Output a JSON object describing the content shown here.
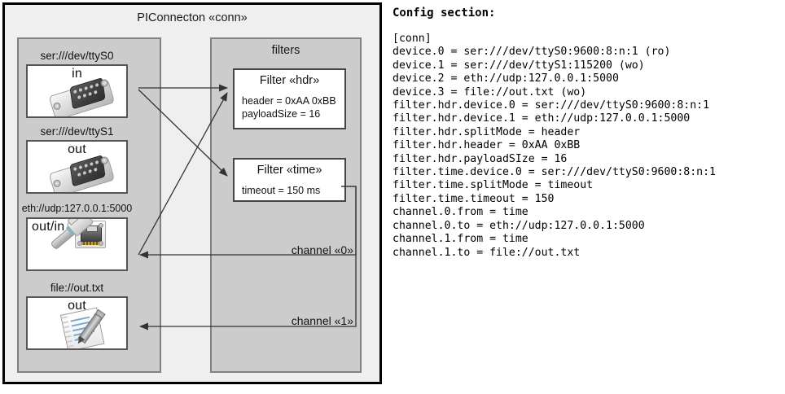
{
  "diagram": {
    "title": "PIConnecton «conn»",
    "devices_panel": {
      "items": [
        {
          "label": "ser:///dev/ttyS0",
          "state": "in",
          "icon": "serial-db9-connector-icon"
        },
        {
          "label": "ser:///dev/ttyS1",
          "state": "out",
          "icon": "serial-db9-connector-icon"
        },
        {
          "label": "eth://udp:127.0.0.1:5000",
          "state": "out/in",
          "icon": "ethernet-rj45-icon"
        },
        {
          "label": "file://out.txt",
          "state": "out",
          "icon": "notepad-pencil-icon"
        }
      ]
    },
    "filters_panel": {
      "title": "filters",
      "filters": [
        {
          "title": "Filter «hdr»",
          "props": [
            "header = 0xAA 0xBB",
            "payloadSize = 16"
          ]
        },
        {
          "title": "Filter «time»",
          "props": [
            "timeout = 150 ms"
          ]
        }
      ],
      "channels": [
        {
          "label": "channel «0»"
        },
        {
          "label": "channel «1»"
        }
      ]
    }
  },
  "config": {
    "heading": "Config section:",
    "lines": "[conn]\ndevice.0 = ser:///dev/ttyS0:9600:8:n:1 (ro)\ndevice.1 = ser:///dev/ttyS1:115200 (wo)\ndevice.2 = eth://udp:127.0.0.1:5000\ndevice.3 = file://out.txt (wo)\nfilter.hdr.device.0 = ser:///dev/ttyS0:9600:8:n:1\nfilter.hdr.device.1 = eth://udp:127.0.0.1:5000\nfilter.hdr.splitMode = header\nfilter.hdr.header = 0xAA 0xBB\nfilter.hdr.payloadSIze = 16\nfilter.time.device.0 = ser:///dev/ttyS0:9600:8:n:1\nfilter.time.splitMode = timeout\nfilter.time.timeout = 150\nchannel.0.from = time\nchannel.0.to = eth://udp:127.0.0.1:5000\nchannel.1.from = time\nchannel.1.to = file://out.txt"
  },
  "colors": {
    "frame": "#000000",
    "panel_fill": "#cccccc",
    "panel_border": "#808080",
    "canvas_fill": "#efefef",
    "box_fill": "#ffffff",
    "line": "#333333"
  }
}
